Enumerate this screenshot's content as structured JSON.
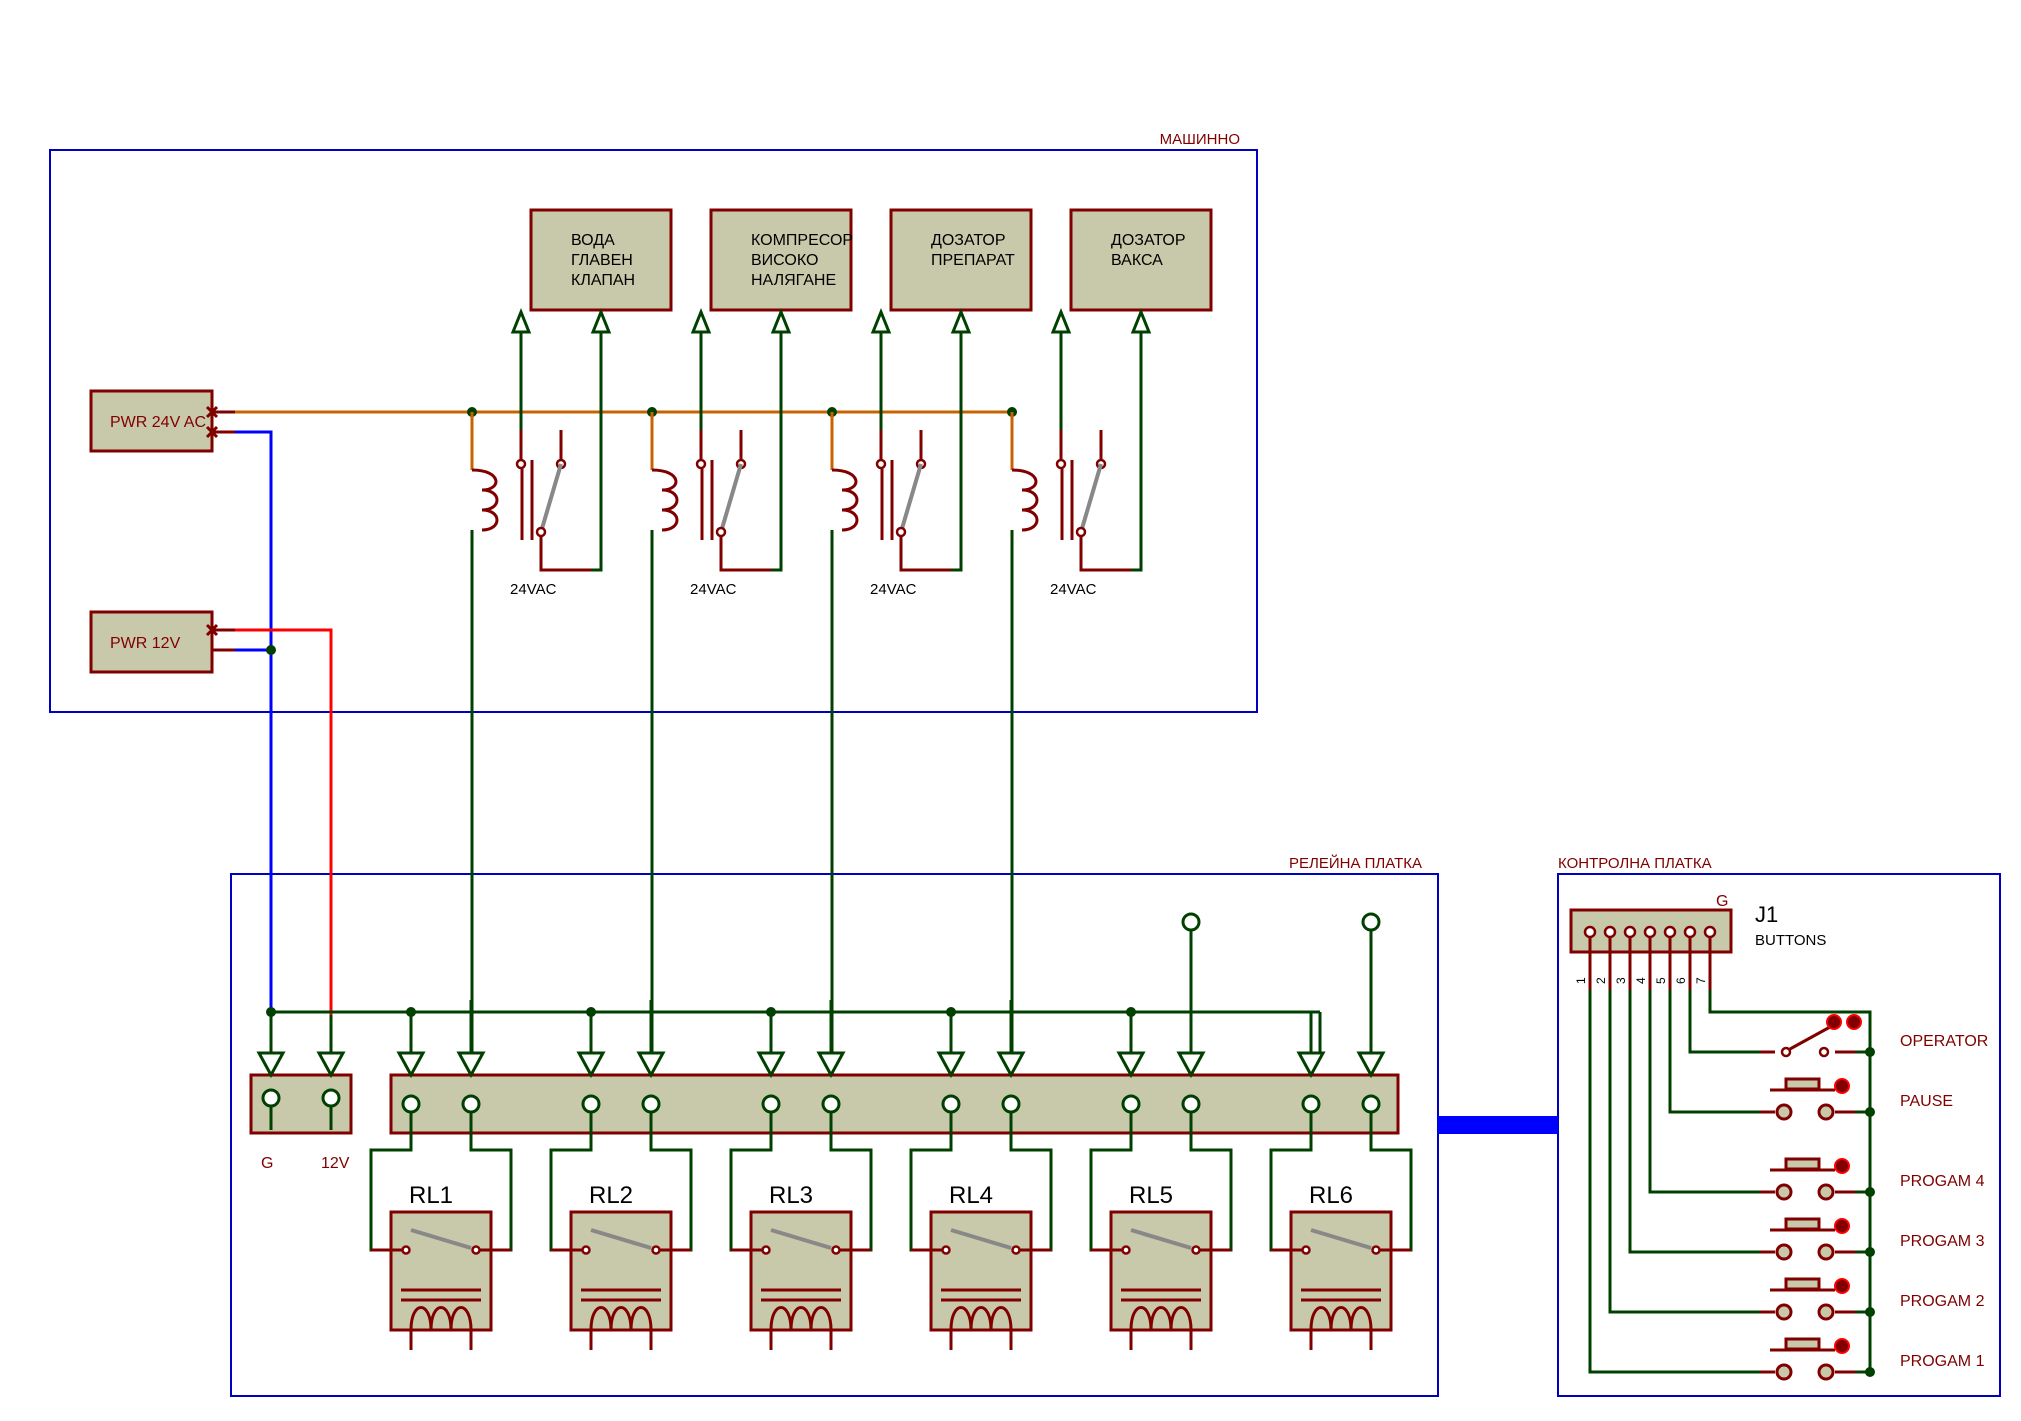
{
  "frames": {
    "machine": {
      "title": "МАШИННО"
    },
    "relay_board": {
      "title": "РЕЛЕЙНА ПЛАТКА"
    },
    "control_board": {
      "title": "КОНТРОЛНА ПЛАТКА"
    }
  },
  "loads": [
    {
      "lines": [
        "ВОДА",
        "ГЛАВЕН",
        "КЛАПАН"
      ]
    },
    {
      "lines": [
        "КОМПРЕСОР",
        "ВИСОКО",
        "НАЛЯГАНЕ"
      ]
    },
    {
      "lines": [
        "ДОЗАТОР",
        "ПРЕПАРАТ"
      ]
    },
    {
      "lines": [
        "ДОЗАТОР",
        "ВАКСА"
      ]
    }
  ],
  "machine_relays": [
    {
      "label": "24VAC"
    },
    {
      "label": "24VAC"
    },
    {
      "label": "24VAC"
    },
    {
      "label": "24VAC"
    }
  ],
  "power": {
    "ac_label": "PWR 24V AC",
    "dc_label": "PWR 12V",
    "connector_pins": [
      "G",
      "12V"
    ]
  },
  "relays": [
    {
      "label": "RL1"
    },
    {
      "label": "RL2"
    },
    {
      "label": "RL3"
    },
    {
      "label": "RL4"
    },
    {
      "label": "RL5"
    },
    {
      "label": "RL6"
    }
  ],
  "connector": {
    "ref": "J1",
    "name": "BUTTONS",
    "ground_label": "G",
    "pins": [
      "1",
      "2",
      "3",
      "4",
      "5",
      "6",
      "7"
    ]
  },
  "buttons": [
    {
      "label": "OPERATOR",
      "pin": 6,
      "type": "switch"
    },
    {
      "label": "PAUSE",
      "pin": 5,
      "type": "push"
    },
    {
      "label": "PROGAM 4",
      "pin": 4,
      "type": "push"
    },
    {
      "label": "PROGAM 3",
      "pin": 3,
      "type": "push"
    },
    {
      "label": "PROGAM 2",
      "pin": 2,
      "type": "push"
    },
    {
      "label": "PROGAM 1",
      "pin": 1,
      "type": "push"
    }
  ],
  "colors": {
    "frame": "#0000c0",
    "label": "#800000",
    "wire": "#004000",
    "ac_wire": "#c86400",
    "ground_wire": "#0000ff",
    "positive_wire": "#ff0000",
    "component_fill": "#c8c8aa"
  }
}
